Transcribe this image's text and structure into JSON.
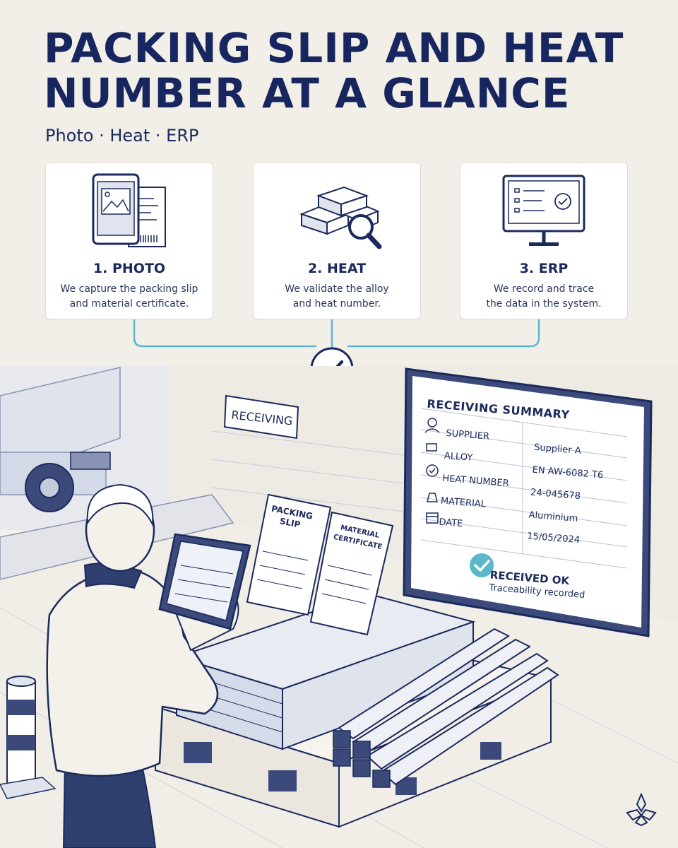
{
  "header": {
    "title_line1": "PACKING SLIP AND HEAT",
    "title_line2": "NUMBER AT A GLANCE",
    "subtitle": "Photo · Heat · ERP"
  },
  "steps": [
    {
      "label": "1. PHOTO",
      "desc_line1": "We capture the packing slip",
      "desc_line2": "and material certificate.",
      "icon": "tablet-document-icon"
    },
    {
      "label": "2. HEAT",
      "desc_line1": "We validate the alloy",
      "desc_line2": "and heat number.",
      "icon": "ingots-magnifier-icon"
    },
    {
      "label": "3. ERP",
      "desc_line1": "We record and trace",
      "desc_line2": "the data in the system.",
      "icon": "monitor-checklist-icon"
    }
  ],
  "scene": {
    "sign": "RECEIVING",
    "packing_slip_line1": "PACKING",
    "packing_slip_line2": "SLIP",
    "certificate_line1": "MATERIAL",
    "certificate_line2": "CERTIFICATE"
  },
  "summary": {
    "title": "RECEIVING SUMMARY",
    "rows": [
      {
        "label": "SUPPLIER",
        "value": "Supplier A",
        "icon": "person-icon"
      },
      {
        "label": "ALLOY",
        "value": "EN AW-6082 T6",
        "icon": "ingots-icon"
      },
      {
        "label": "HEAT NUMBER",
        "value": "24-045678",
        "icon": "check-circle-icon"
      },
      {
        "label": "MATERIAL",
        "value": "Aluminium",
        "icon": "weight-icon"
      },
      {
        "label": "DATE",
        "value": "15/05/2024",
        "icon": "calendar-icon"
      }
    ],
    "status": "RECEIVED OK",
    "status_note": "Traceability recorded"
  },
  "colors": {
    "navy": "#17265e",
    "teal": "#5bb8cc",
    "background": "#f2efe9",
    "card": "#ffffff"
  }
}
